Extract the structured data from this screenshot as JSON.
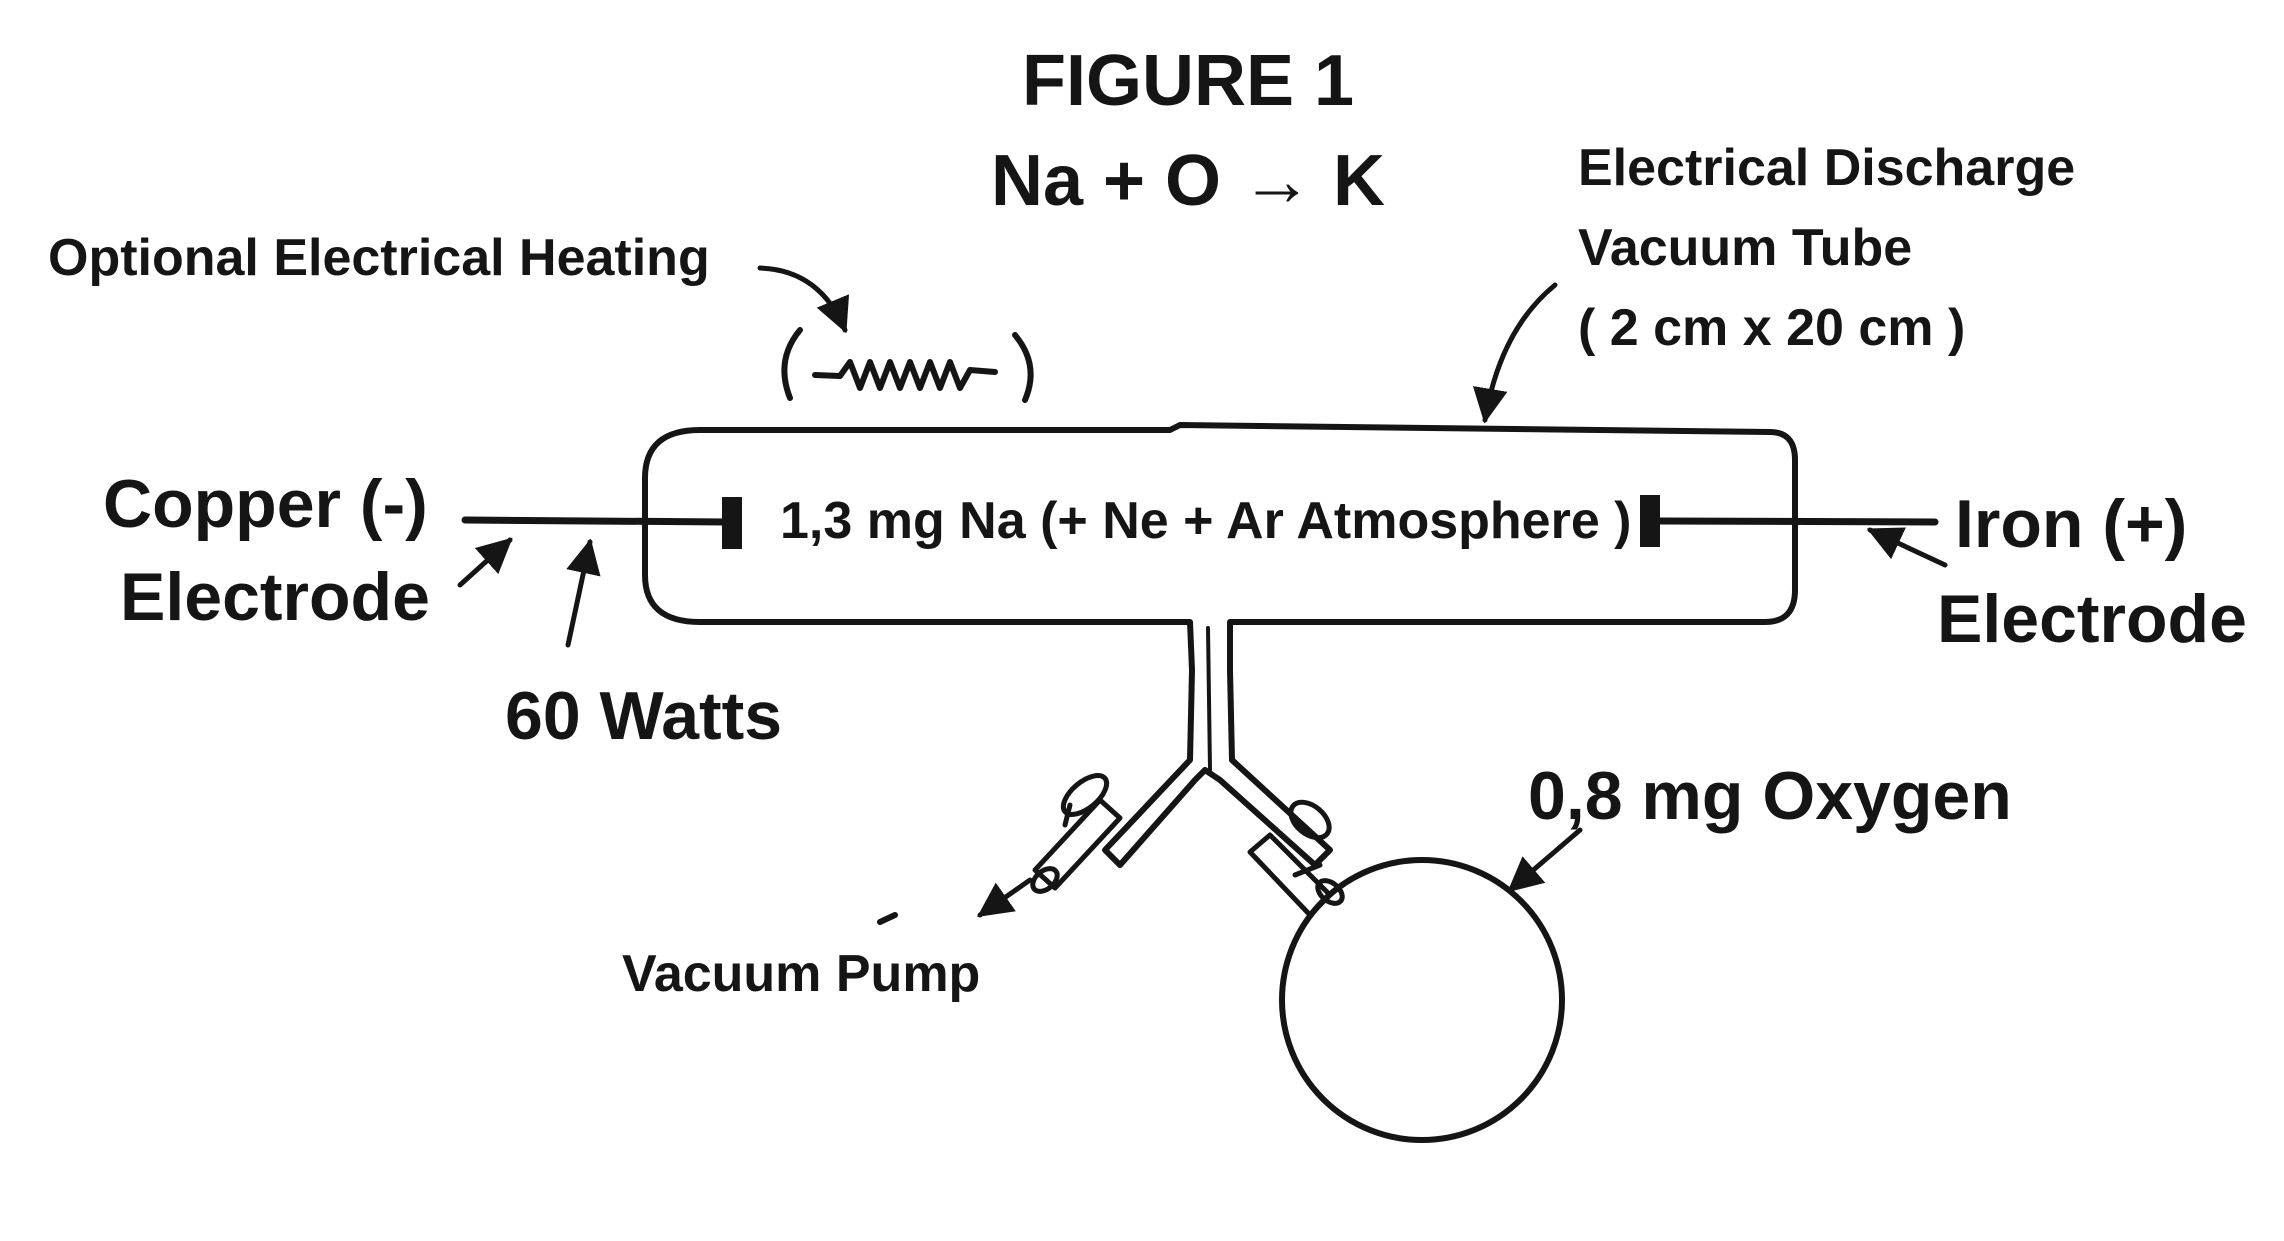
{
  "figure": {
    "title": "FIGURE 1",
    "equation": "Na + O → K",
    "colors": {
      "ink": "#151515",
      "background": "#ffffff"
    }
  },
  "labels": {
    "heating": "Optional Electrical Heating",
    "tube_line1": "Electrical Discharge",
    "tube_line2": "Vacuum Tube",
    "tube_line3": "( 2 cm x 20 cm )",
    "copper_line1": "Copper (-)",
    "copper_line2": "Electrode",
    "watts": "60 Watts",
    "contents": "1,3 mg Na (+ Ne + Ar Atmosphere )",
    "iron_line1": "Iron (+)",
    "iron_line2": "Electrode",
    "oxygen": "0,8 mg Oxygen",
    "pump": "Vacuum Pump"
  }
}
